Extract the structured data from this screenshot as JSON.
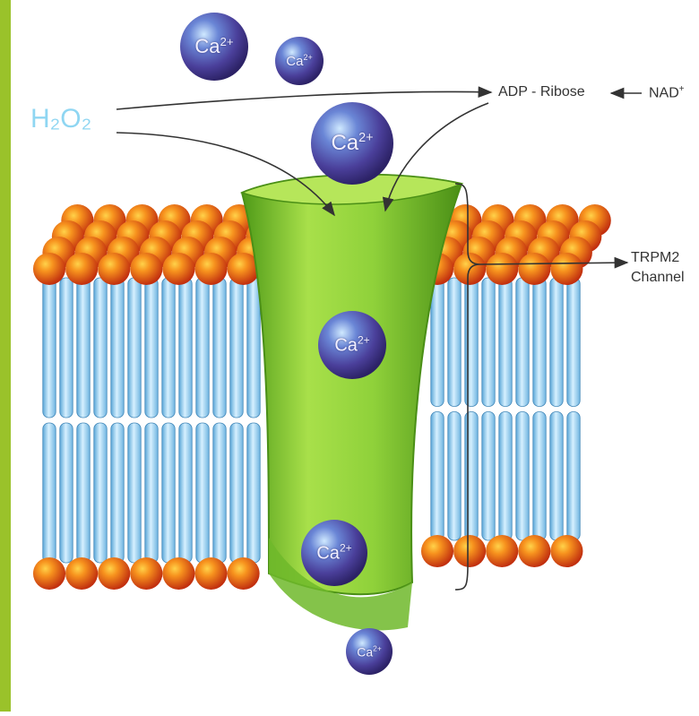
{
  "labels": {
    "h2o2": "H₂O₂",
    "adp_ribose": "ADP - Ribose",
    "nad": "NAD",
    "nad_charge": "+",
    "trpm2_line1": "TRPM2",
    "trpm2_line2": "Channel"
  },
  "ion": {
    "symbol": "Ca",
    "charge": "2+"
  },
  "colors": {
    "side_bar": "#9ac22a",
    "lipid_head": "#e8541a",
    "lipid_tail": "#8ecbea",
    "channel": "#8fd13a",
    "ion": "#4a3f9a",
    "h2o2_text": "#8fd6f2",
    "arrow": "#333333"
  }
}
